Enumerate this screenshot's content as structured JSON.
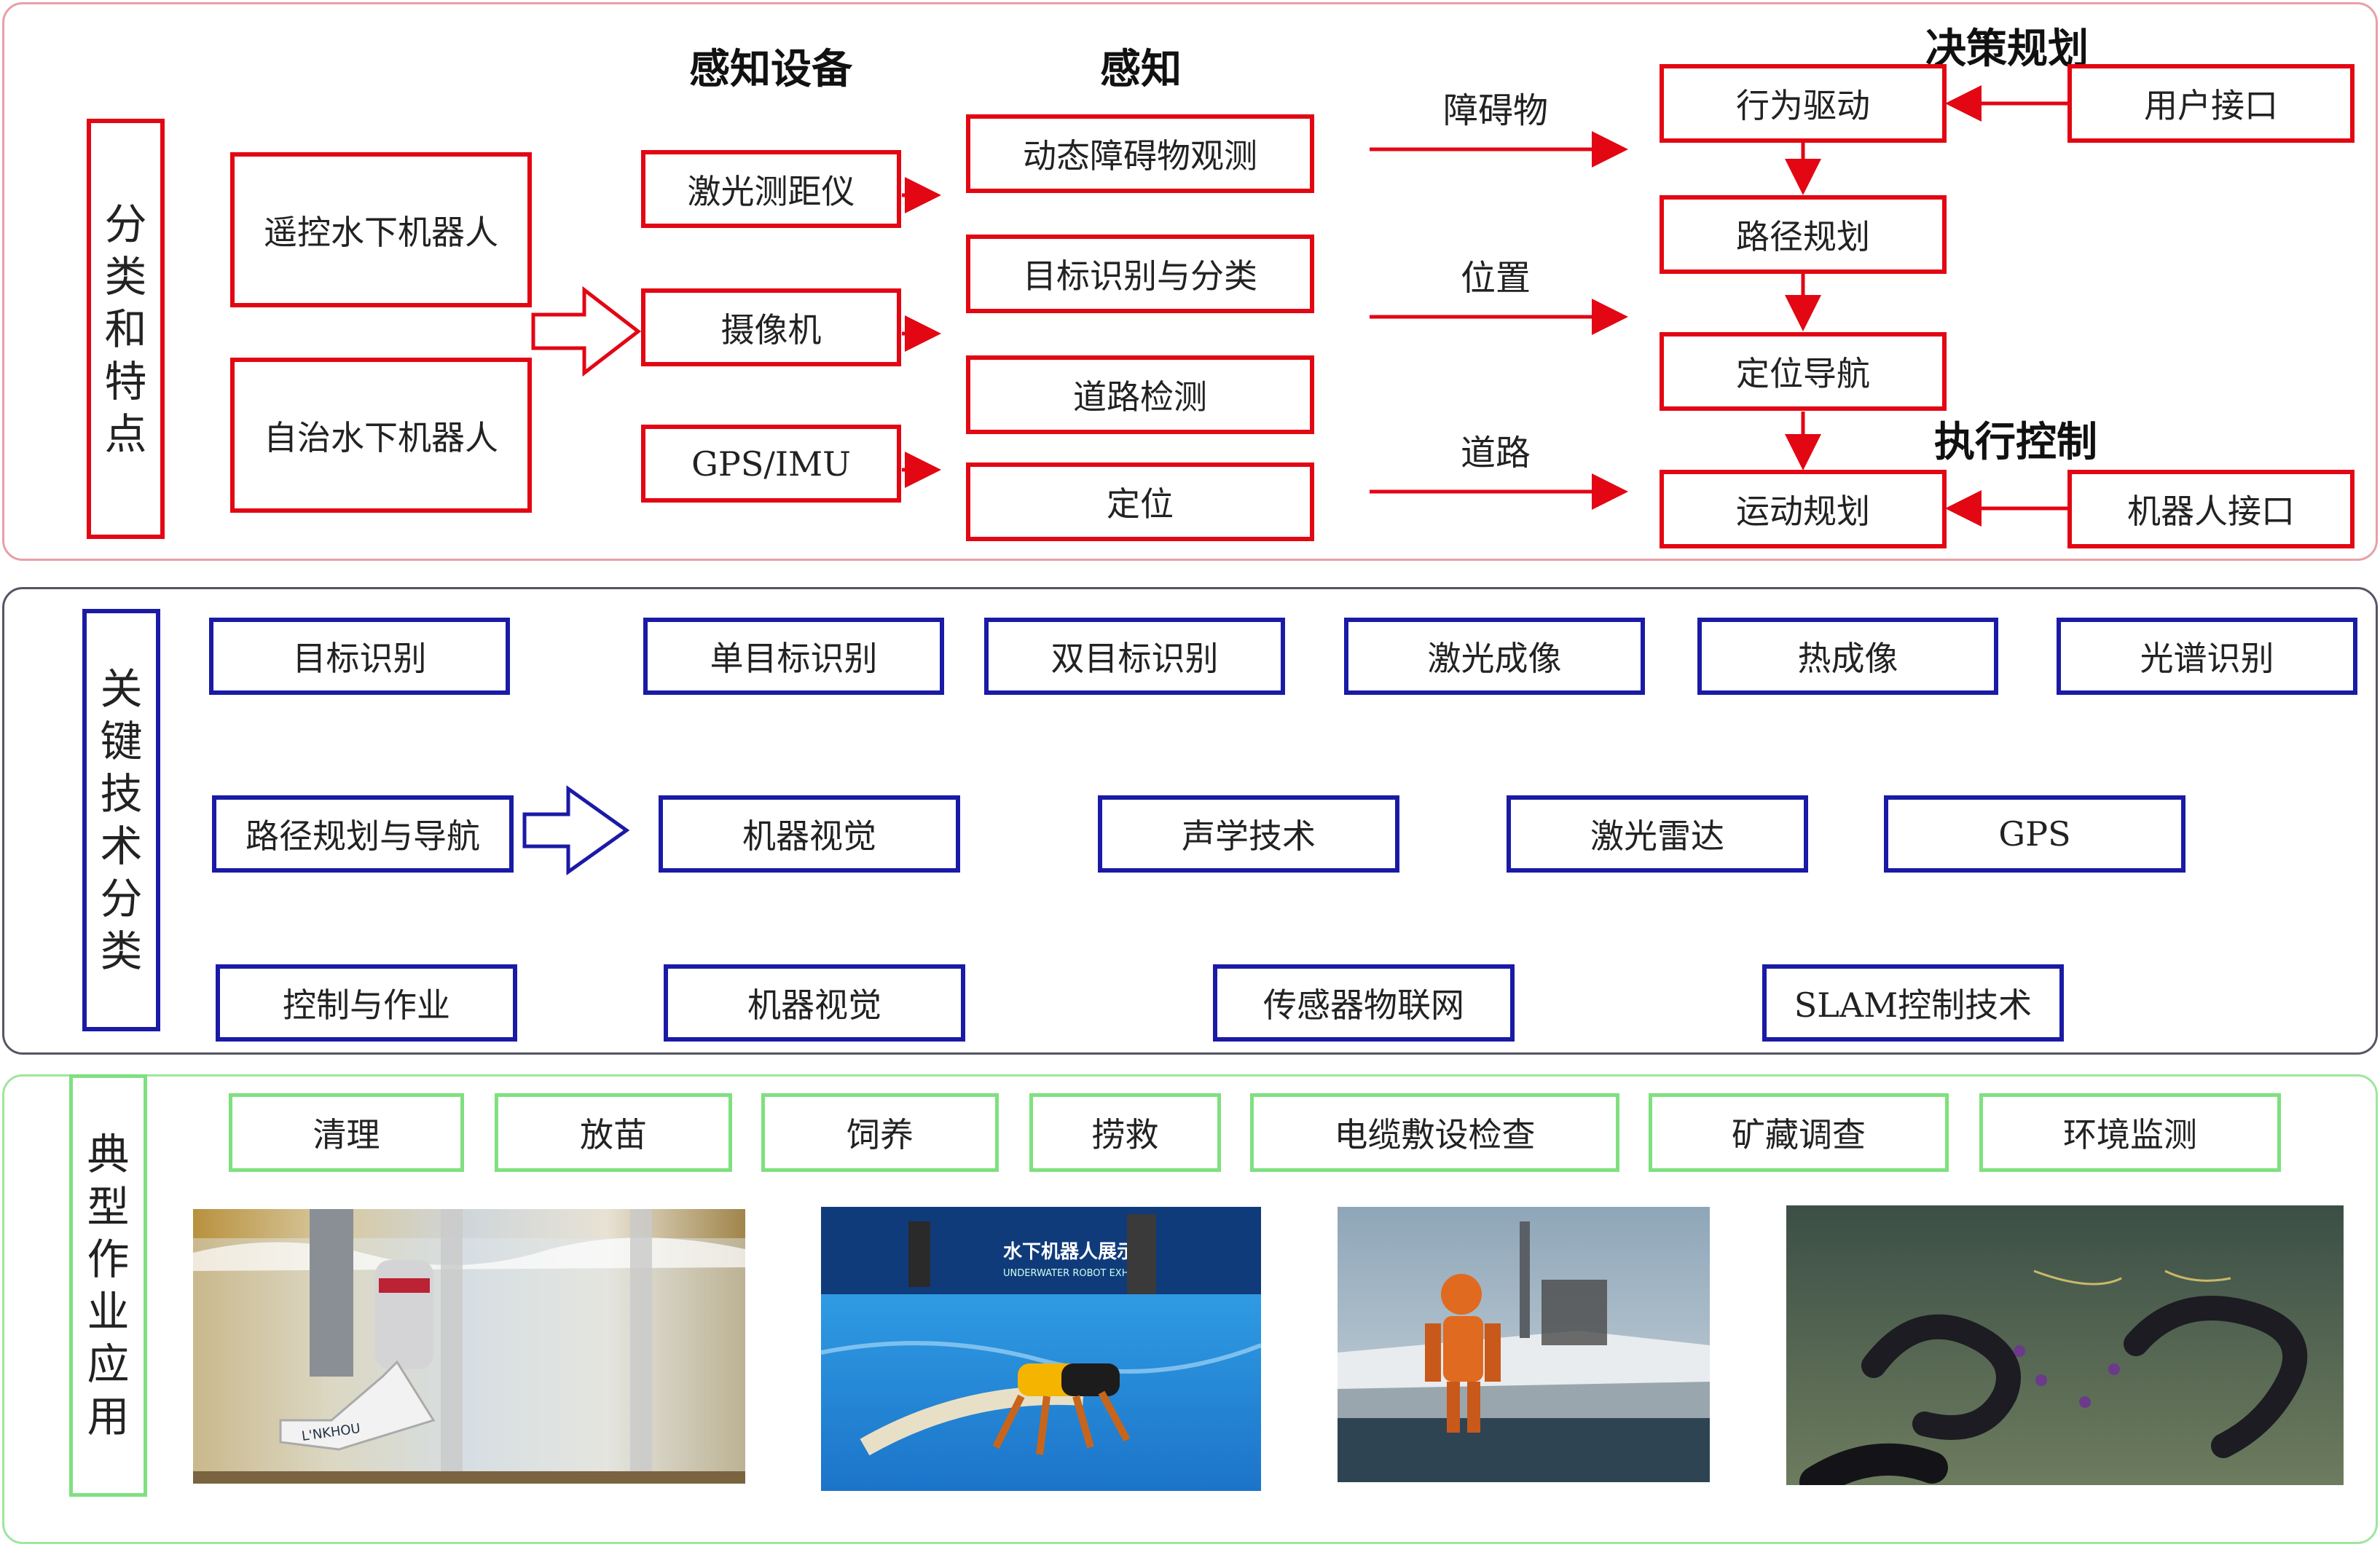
{
  "sections": {
    "classification_label": "分类和特点",
    "key_tech_label": "关键技术分类",
    "applications_label": "典型作业应用"
  },
  "robot_types": [
    "遥控水下机器人",
    "自治水下机器人"
  ],
  "headers": {
    "devices": "感知设备",
    "perception": "感知",
    "planning": "决策规划",
    "execution": "执行控制"
  },
  "devices": [
    "激光测距仪",
    "摄像机",
    "GPS/IMU"
  ],
  "perception_items": [
    "动态障碍物观测",
    "目标识别与分类",
    "道路检测",
    "定位"
  ],
  "edge_labels": [
    "障碍物",
    "位置",
    "道路"
  ],
  "planning_items": [
    "行为驱动",
    "路径规划",
    "定位导航",
    "运动规划"
  ],
  "interfaces": [
    "用户接口",
    "机器人接口"
  ],
  "key_tech": {
    "target_recognition": {
      "label": "目标识别",
      "items": [
        "单目标识别",
        "双目标识别",
        "激光成像",
        "热成像",
        "光谱识别"
      ]
    },
    "path_planning": {
      "label": "路径规划与导航",
      "items": [
        "机器视觉",
        "声学技术",
        "激光雷达",
        "GPS"
      ]
    },
    "control": {
      "label": "控制与作业",
      "items": [
        "机器视觉",
        "传感器物联网",
        "SLAM控制技术"
      ]
    }
  },
  "applications": [
    "清理",
    "放苗",
    "饲养",
    "捞救",
    "电缆敷设检查",
    "矿藏调查",
    "环境监测"
  ],
  "photos": [
    {
      "name": "robot-arm-water-tank-photo",
      "caption_text": "L'NKHOU"
    },
    {
      "name": "underwater-robot-expo-photo",
      "banner_text": "水下机器人展示",
      "banner_subtext": "UNDERWATER ROBOT EXH"
    },
    {
      "name": "humanoid-diving-robot-photo"
    },
    {
      "name": "snake-robots-seafloor-photo"
    }
  ],
  "colors": {
    "section1": "#e30613",
    "section2": "#1a1aa6",
    "section3": "#7fe07f",
    "panel1": "#e8a0a6",
    "panel2": "#555566",
    "panel3": "#9fe59f"
  }
}
